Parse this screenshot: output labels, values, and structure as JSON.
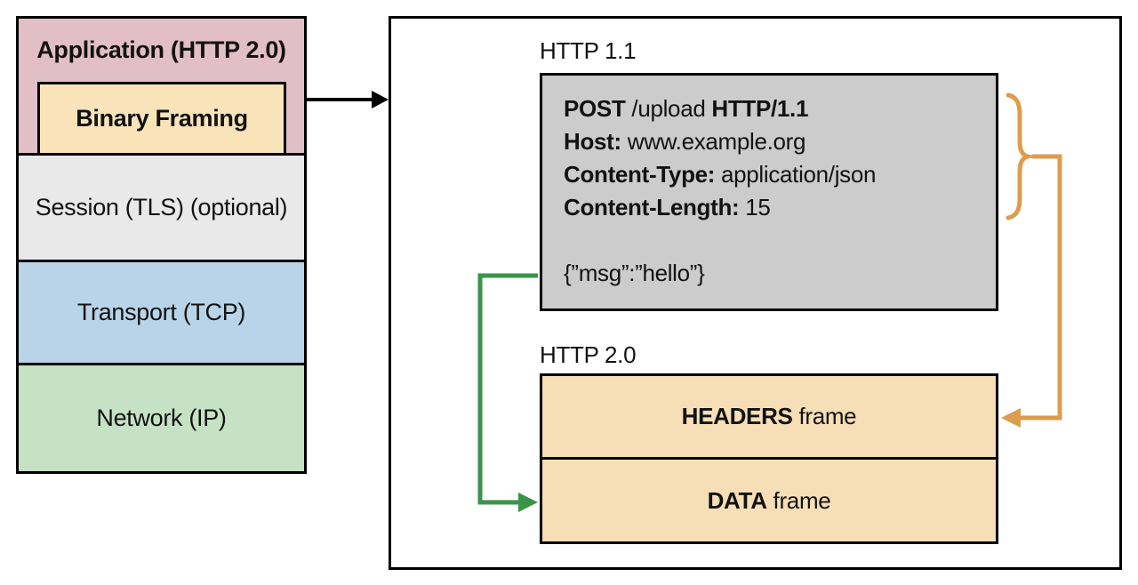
{
  "colors": {
    "pink": "#e2bec7",
    "tan": "#f9e4ba",
    "frame_tan": "#f6deb6",
    "session_gray": "#e9e9e9",
    "blue": "#b9d4e9",
    "green": "#c5e2c5",
    "gray_box": "#cccccc",
    "orange_arrow": "#dc9d4d",
    "green_arrow": "#3a9349"
  },
  "stack": {
    "application_label": "Application (HTTP 2.0)",
    "binary_framing_label": "Binary Framing",
    "session_label": "Session (TLS) (optional)",
    "transport_label": "Transport (TCP)",
    "network_label": "Network (IP)"
  },
  "detail": {
    "http11_label": "HTTP 1.1",
    "http20_label": "HTTP 2.0",
    "request": {
      "method": "POST",
      "path": " /upload ",
      "version": "HTTP/1.1",
      "host_key": "Host:",
      "host_value": " www.example.org",
      "content_type_key": "Content-Type:",
      "content_type_value": " application/json",
      "content_length_key": "Content-Length:",
      "content_length_value": " 15",
      "body": "{”msg”:”hello”}"
    },
    "frames": {
      "headers_name": "HEADERS",
      "headers_suffix": " frame",
      "data_name": "DATA",
      "data_suffix": " frame"
    }
  }
}
